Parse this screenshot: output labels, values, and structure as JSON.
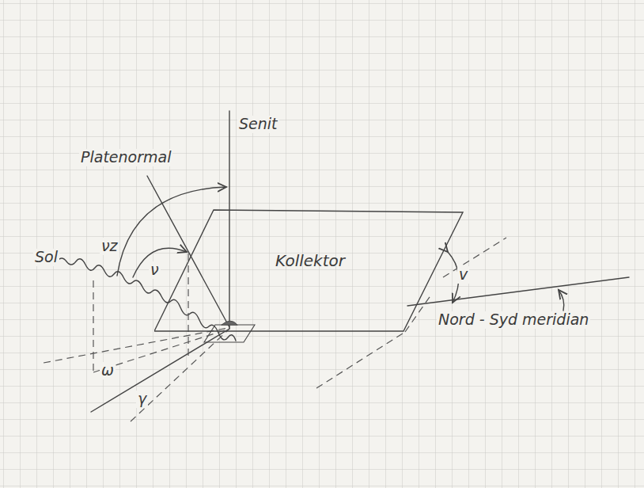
{
  "diagram": {
    "nodes": [
      {
        "text": [
          "Kollektor"
        ]
      }
    ],
    "labels": [
      "Senit",
      "Platenormal",
      "Sol",
      "νz",
      "ν",
      "v",
      "Nord - Syd meridian",
      "ω",
      "γ"
    ]
  }
}
